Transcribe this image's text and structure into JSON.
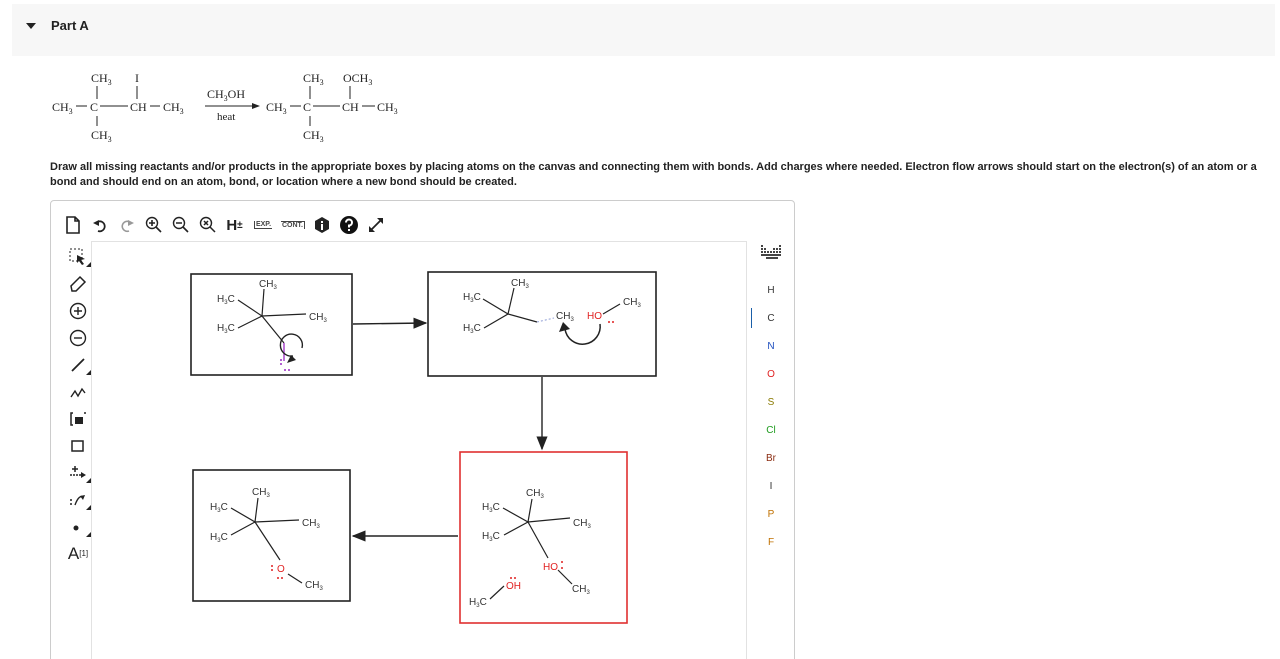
{
  "part": {
    "title": "Part A"
  },
  "reaction": {
    "reactant": {
      "top_left": "CH",
      "top_left_sub": "3",
      "top_right": "I",
      "main_left": "CH",
      "main_left_sub": "3",
      "main_c": "C",
      "main_ch": "CH",
      "main_right": "CH",
      "main_right_sub": "3",
      "bottom": "CH",
      "bottom_sub": "3"
    },
    "reagent_above": "CH",
    "reagent_above_sub": "3",
    "reagent_above_tail": "OH",
    "reagent_below": "heat",
    "product": {
      "top_left": "CH",
      "top_left_sub": "3",
      "top_right": "OCH",
      "top_right_sub": "3",
      "main_left": "CH",
      "main_left_sub": "3",
      "main_c": "C",
      "main_ch": "CH",
      "main_right": "CH",
      "main_right_sub": "3",
      "bottom": "CH",
      "bottom_sub": "3"
    }
  },
  "instructions": "Draw all missing reactants and/or products in the appropriate boxes by placing atoms on the canvas and connecting them with bonds. Add charges where needed. Electron flow arrows should start on the electron(s) of an atom or a bond and should end on an atom, bond, or location where a new bond should be created.",
  "toolbar": {
    "h_label": "H",
    "h_sup": "±",
    "exp_label": "EXP.",
    "cont_label": "CONT."
  },
  "left_toolbar": {
    "template_label": "A",
    "template_sup": "[1]"
  },
  "elements": [
    "H",
    "C",
    "N",
    "O",
    "S",
    "Cl",
    "Br",
    "I",
    "P",
    "F"
  ],
  "element_colors": {
    "H": "#333333",
    "C": "#333333",
    "N": "#1f4fbf",
    "O": "#e02020",
    "S": "#8a7a00",
    "Cl": "#1e9b1e",
    "Br": "#8a2b10",
    "I": "#333333",
    "P": "#c07000",
    "F": "#c07000"
  },
  "selected_element": "C",
  "canvas": {
    "box1": {
      "ch3_top": "CH",
      "ch3_top_sub": "3",
      "h3c_upper": "H",
      "h3c_upper_sub": "3",
      "h3c_upper_tail": "C",
      "h3c_lower": "H",
      "h3c_lower_sub": "3",
      "h3c_lower_tail": "C",
      "ch3_right": "CH",
      "ch3_right_sub": "3"
    },
    "box2": {
      "ch3_top": "CH",
      "ch3_top_sub": "3",
      "h3c_upper": "H",
      "h3c_upper_sub": "3",
      "h3c_upper_tail": "C",
      "h3c_lower": "H",
      "h3c_lower_sub": "3",
      "h3c_lower_tail": "C",
      "ch3_mid": "CH",
      "ch3_mid_sub": "3",
      "ho": "HO",
      "ch3_far": "CH",
      "ch3_far_sub": "3"
    },
    "box3": {
      "ch3_top": "CH",
      "ch3_top_sub": "3",
      "h3c_upper": "H",
      "h3c_upper_sub": "3",
      "h3c_upper_tail": "C",
      "h3c_lower": "H",
      "h3c_lower_sub": "3",
      "h3c_lower_tail": "C",
      "ch3_right": "CH",
      "ch3_right_sub": "3",
      "ho": "HO",
      "ho_ch3": "CH",
      "ho_ch3_sub": "3",
      "oh": "OH",
      "h3c_oh": "H",
      "h3c_oh_sub": "3",
      "h3c_oh_tail": "C"
    },
    "box4": {
      "ch3_top": "CH",
      "ch3_top_sub": "3",
      "h3c_upper": "H",
      "h3c_upper_sub": "3",
      "h3c_upper_tail": "C",
      "h3c_lower": "H",
      "h3c_lower_sub": "3",
      "h3c_lower_tail": "C",
      "ch3_right": "CH",
      "ch3_right_sub": "3",
      "o": "O",
      "o_ch3": "CH",
      "o_ch3_sub": "3"
    }
  }
}
